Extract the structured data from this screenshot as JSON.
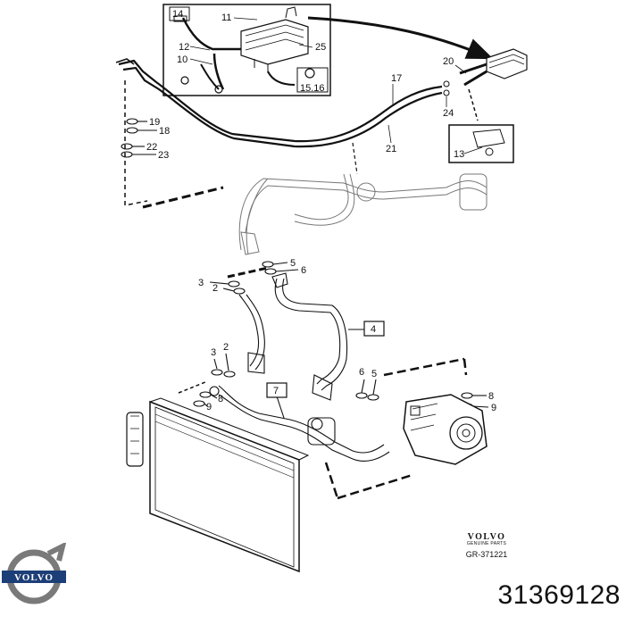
{
  "callouts": {
    "c14": "14",
    "c11": "11",
    "c12": "12",
    "c10": "10",
    "c25": "25",
    "c1516": "15.16",
    "c17": "17",
    "c20": "20",
    "c24": "24",
    "c21": "21",
    "c13": "13",
    "c19": "19",
    "c18": "18",
    "c22": "22",
    "c23": "23",
    "c5a": "5",
    "c6a": "6",
    "c3a": "3",
    "c2a": "2",
    "c4": "4",
    "c3b": "3",
    "c2b": "2",
    "c6b": "6",
    "c5b": "5",
    "c7": "7",
    "c8a": "8",
    "c9a": "9",
    "c8b": "8",
    "c9b": "9"
  },
  "brand": {
    "logo_wordmark": "VOLVO",
    "sub_wordmark": "VOLVO",
    "sub_tagline": "GENUINE PARTS",
    "drawing_ref": "GR-371221"
  },
  "part_number": "31369128"
}
